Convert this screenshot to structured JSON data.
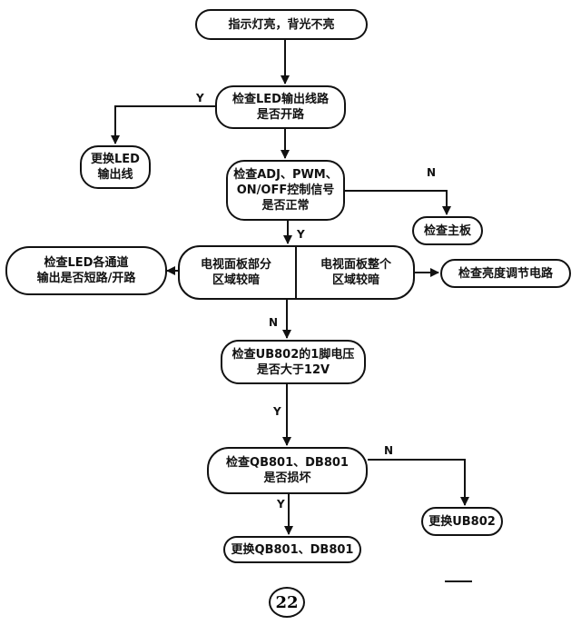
{
  "nodes": {
    "start": "指示灯亮，背光不亮",
    "check_led_line": "检查LED输出线路\n是否开路",
    "replace_led_line": "更换LED\n输出线",
    "check_control": "检查ADJ、PWM、\nON/OFF控制信号\n是否正常",
    "check_mainboard": "检查主板",
    "partial_dark": "电视面板部分\n区域较暗",
    "whole_dark": "电视面板整个\n区域较暗",
    "check_channels": "检查LED各通道\n输出是否短路/开路",
    "check_brightness": "检查亮度调节电路",
    "check_voltage": "检查UB802的1脚电压\n是否大于12V",
    "check_qb": "检查QB801、DB801\n是否损坏",
    "replace_ub": "更换UB802",
    "replace_qb": "更换QB801、DB801"
  },
  "edge_labels": {
    "y1": "Y",
    "n1": "N",
    "y2": "Y",
    "n2": "N",
    "y3": "Y",
    "n3": "N",
    "y4": "Y"
  },
  "page_number": "22"
}
